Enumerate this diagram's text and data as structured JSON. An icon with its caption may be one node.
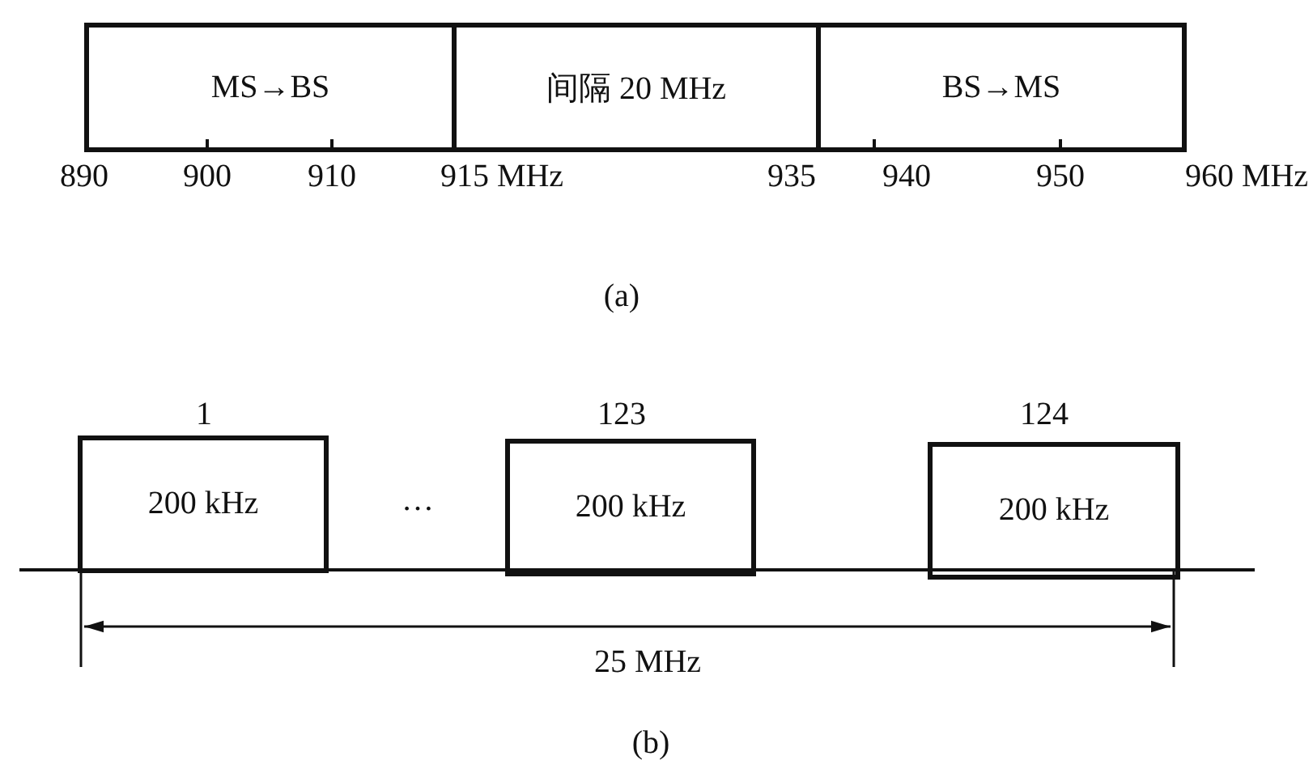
{
  "diagram": {
    "nodes": [
      {
        "text": [
          "MS→BS"
        ]
      },
      {
        "text": [
          "间隔 20 MHz"
        ]
      },
      {
        "text": [
          "BS→MS"
        ]
      },
      {
        "text": [
          "200 kHz"
        ],
        "beside": [
          "1"
        ]
      },
      {
        "text": [
          "200 kHz"
        ],
        "beside": [
          "123"
        ]
      },
      {
        "text": [
          "200 kHz"
        ],
        "beside": [
          "124"
        ]
      }
    ],
    "labels": [
      "890",
      "900",
      "910",
      "915 MHz",
      "935",
      "940",
      "950",
      "960 MHz",
      "(a)",
      "…",
      "25 MHz",
      "(b)"
    ]
  }
}
